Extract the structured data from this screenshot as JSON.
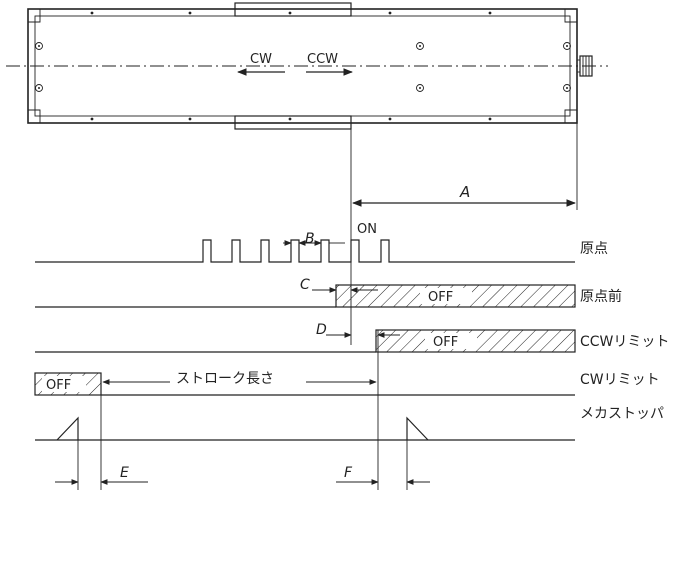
{
  "top_view": {
    "cw": "CW",
    "ccw": "CCW"
  },
  "dims": {
    "a": "A",
    "b": "B",
    "c": "C",
    "d": "D",
    "e": "E",
    "f": "F"
  },
  "signals": {
    "on": "ON",
    "off": "OFF",
    "stroke_length": "ストローク長さ"
  },
  "rows": {
    "origin": "原点",
    "pre_origin": "原点前",
    "ccw_limit": "CCWリミット",
    "cw_limit": "CWリミット",
    "mech_stopper": "メカストッパ"
  }
}
